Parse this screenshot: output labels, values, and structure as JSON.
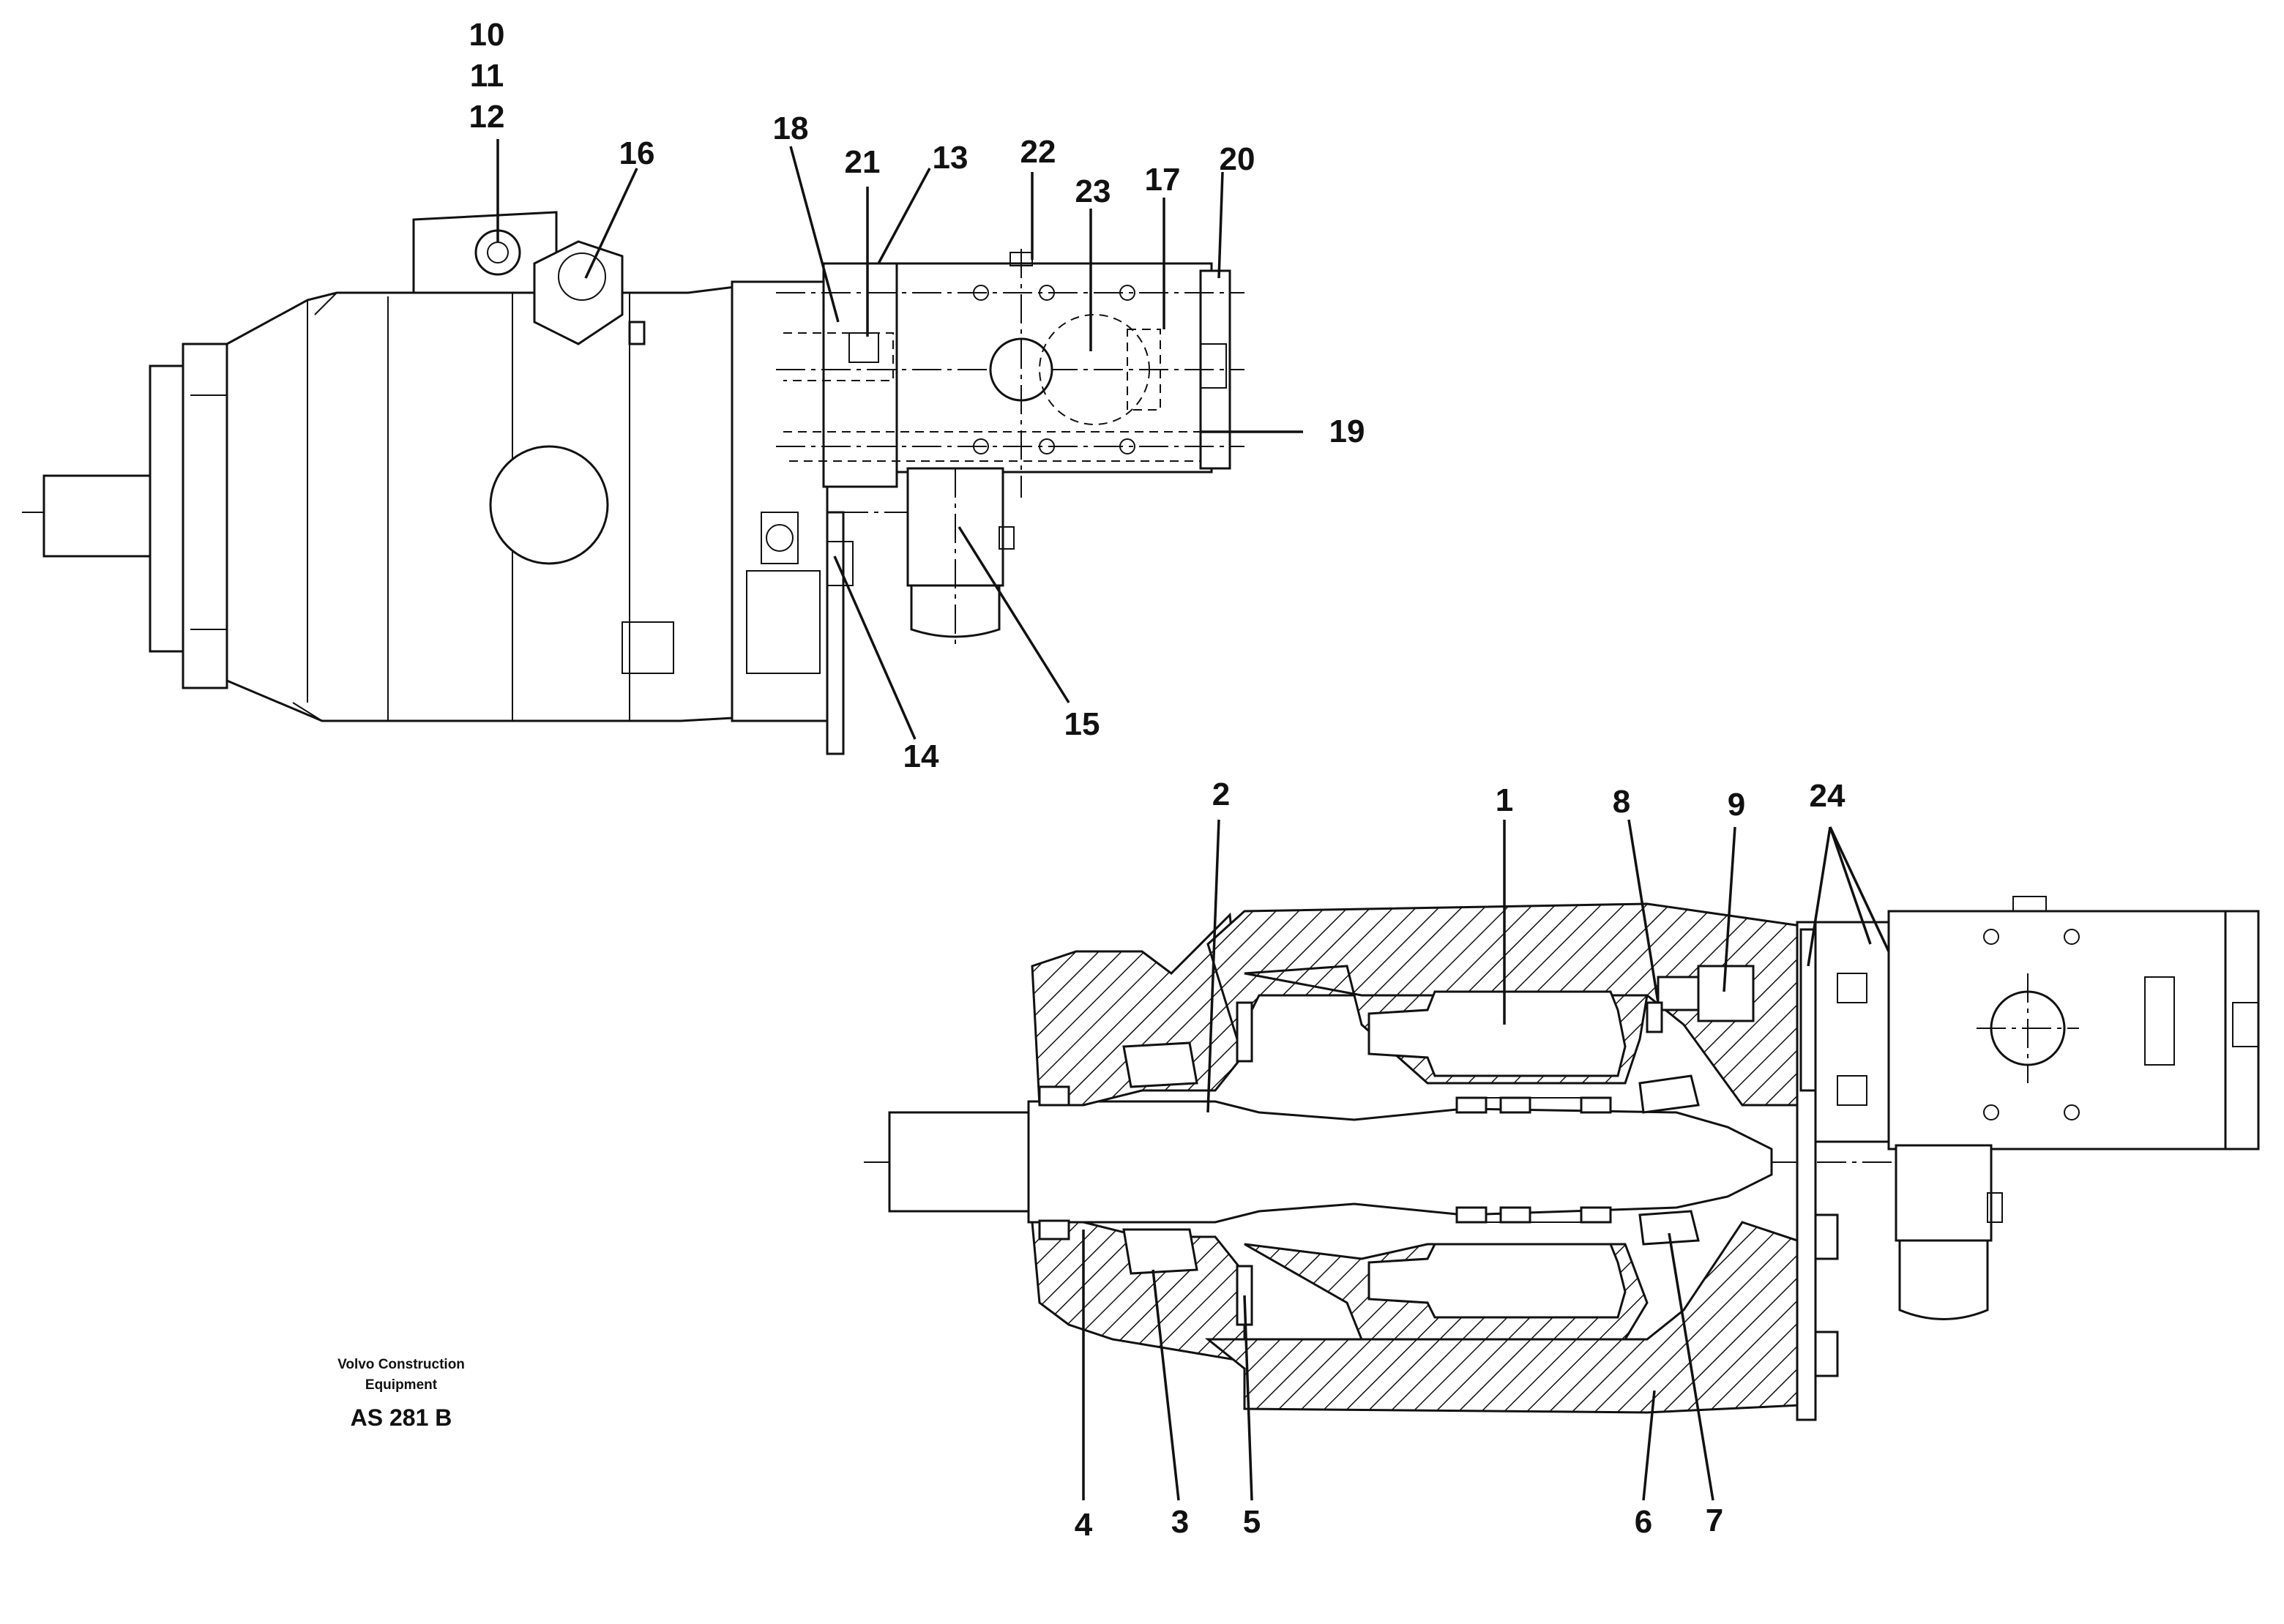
{
  "callouts": {
    "c10": "10",
    "c11": "11",
    "c12": "12",
    "c16": "16",
    "c18": "18",
    "c21": "21",
    "c13": "13",
    "c22": "22",
    "c23": "23",
    "c17": "17",
    "c20": "20",
    "c19": "19",
    "c14": "14",
    "c15": "15",
    "c2": "2",
    "c1": "1",
    "c8": "8",
    "c9": "9",
    "c24": "24",
    "c4": "4",
    "c3": "3",
    "c5": "5",
    "c6": "6",
    "c7": "7"
  },
  "caption": {
    "company_line1": "Volvo Construction",
    "company_line2": "Equipment",
    "drawing_code": "AS 281 B"
  }
}
